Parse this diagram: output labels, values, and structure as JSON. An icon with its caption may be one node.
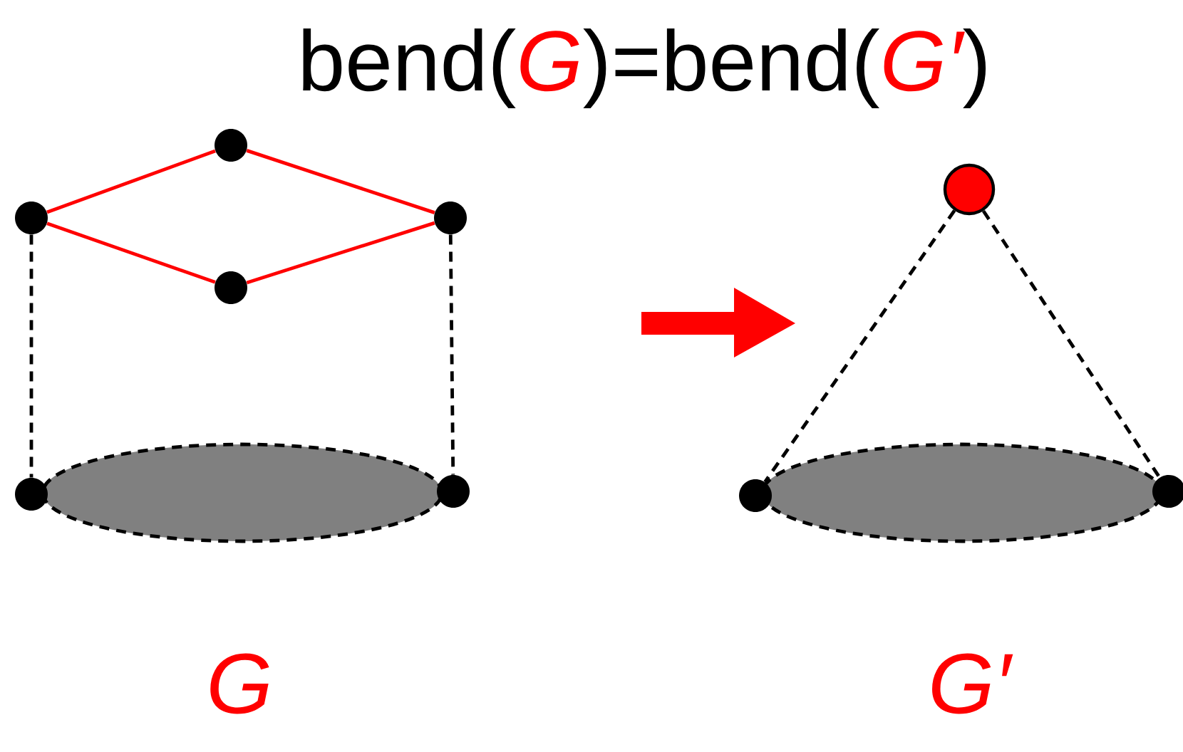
{
  "diagram": {
    "title": "bend(*G*)=bend(*G′*)",
    "nodes": [
      {
        "text": [],
        "shape": "circle"
      },
      {
        "text": [],
        "shape": "circle"
      },
      {
        "text": [],
        "shape": "circle"
      },
      {
        "text": [],
        "shape": "circle"
      },
      {
        "text": [],
        "shape": "circle"
      },
      {
        "text": [],
        "shape": "circle"
      },
      {
        "text": [],
        "shape": "ellipse"
      },
      {
        "text": [],
        "shape": "circle"
      },
      {
        "text": [],
        "shape": "circle"
      },
      {
        "text": [],
        "shape": "circle"
      },
      {
        "text": [],
        "shape": "ellipse"
      }
    ],
    "edges": [
      {
        "from": 0,
        "to": 1,
        "arrow": "none",
        "color": "#ff0000"
      },
      {
        "from": 1,
        "to": 3,
        "arrow": "none",
        "color": "#ff0000"
      },
      {
        "from": 0,
        "to": 2,
        "arrow": "none",
        "color": "#ff0000"
      },
      {
        "from": 2,
        "to": 3,
        "arrow": "none",
        "color": "#ff0000"
      },
      {
        "from": 0,
        "to": 4,
        "arrow": "none",
        "style": "dashed",
        "color": "#000000"
      },
      {
        "from": 3,
        "to": 5,
        "arrow": "none",
        "style": "dashed",
        "color": "#000000"
      },
      {
        "from": 7,
        "to": 8,
        "arrow": "none",
        "style": "dashed",
        "color": "#000000"
      },
      {
        "from": 7,
        "to": 9,
        "arrow": "none",
        "style": "dashed",
        "color": "#000000"
      }
    ],
    "labels": [
      "G",
      "G′"
    ]
  }
}
